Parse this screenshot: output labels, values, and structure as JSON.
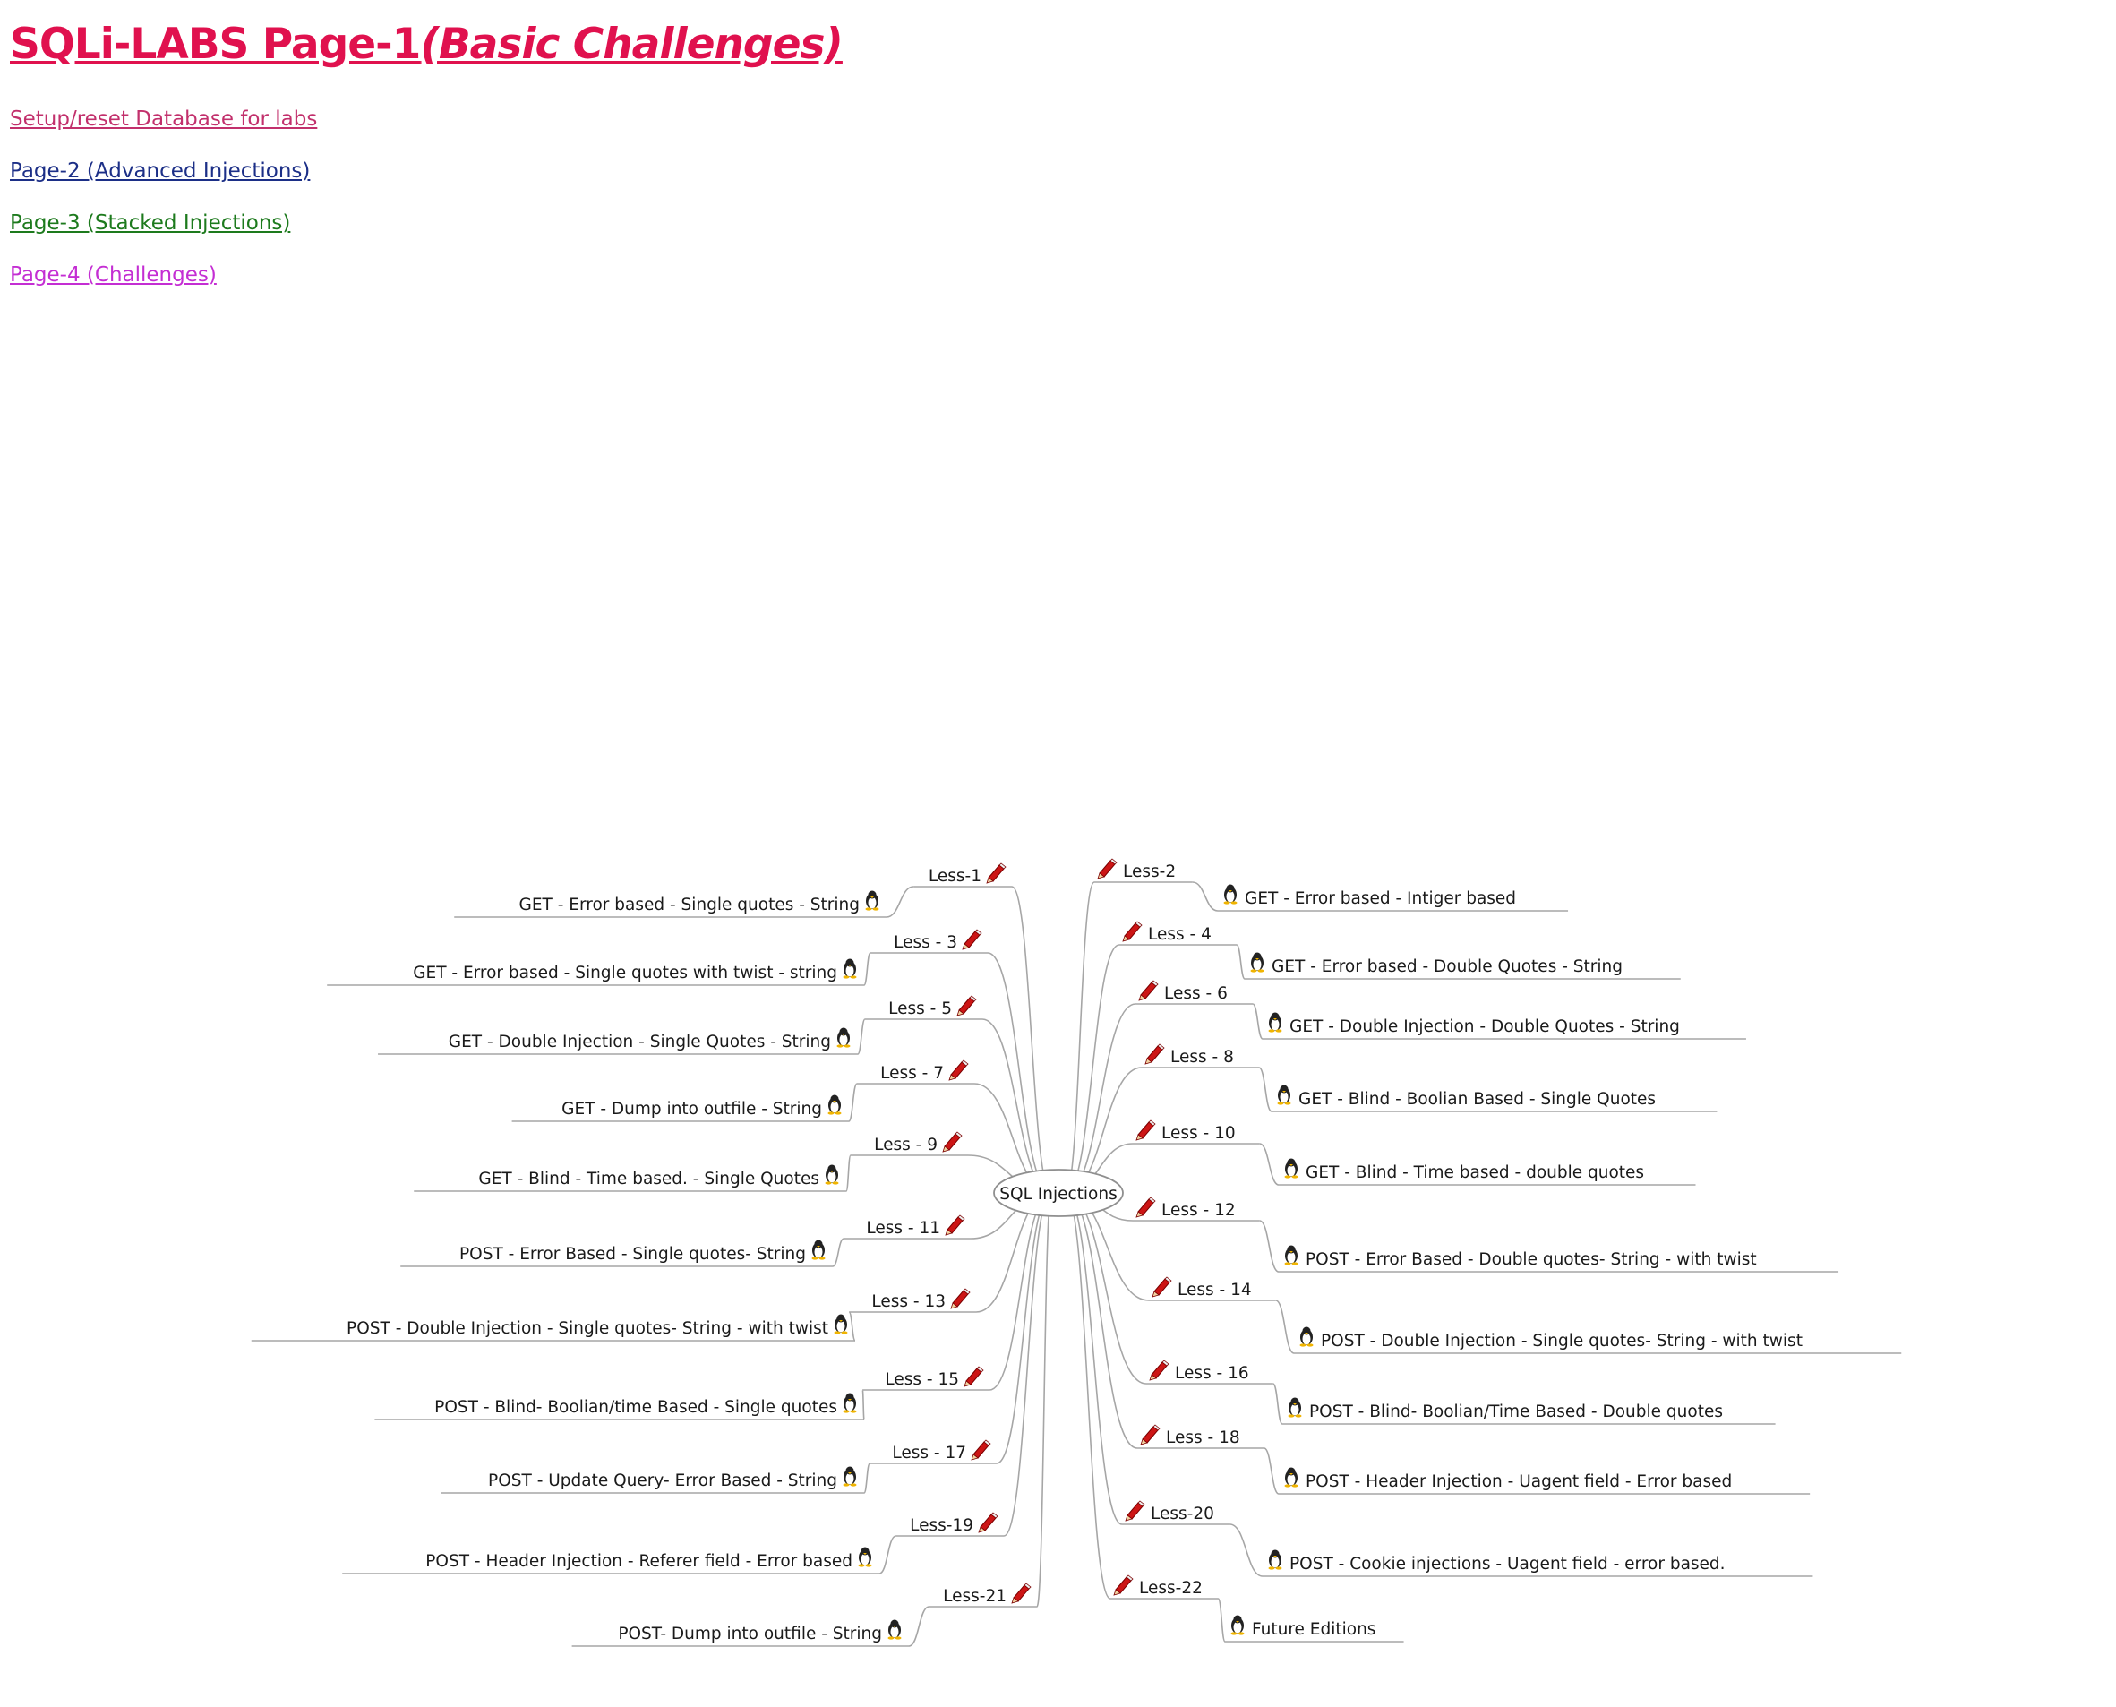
{
  "header": {
    "title": "SQLi-LABS Page-1",
    "title_sub": "(Basic Challenges)"
  },
  "links": [
    {
      "label": "Setup/reset Database for labs",
      "color": "#c2306c"
    },
    {
      "label": "Page-2 (Advanced Injections)",
      "color": "#1c2f87"
    },
    {
      "label": "Page-3 (Stacked Injections)",
      "color": "#1d7a1d"
    },
    {
      "label": "Page-4 (Challenges)",
      "color": "#c42ed3"
    }
  ],
  "mindmap": {
    "center": "SQL Injections",
    "lesson_icon": "pencil-icon",
    "challenge_icon": "tux-icon",
    "left": [
      {
        "lesson": "Less-1",
        "challenge": "GET - Error based - Single quotes - String"
      },
      {
        "lesson": "Less - 3",
        "challenge": "GET - Error based - Single quotes with twist - string"
      },
      {
        "lesson": "Less - 5",
        "challenge": "GET - Double Injection - Single Quotes - String"
      },
      {
        "lesson": "Less - 7",
        "challenge": "GET - Dump into outfile - String"
      },
      {
        "lesson": "Less - 9",
        "challenge": "GET - Blind - Time based. -  Single Quotes"
      },
      {
        "lesson": "Less - 11",
        "challenge": "POST - Error Based - Single quotes- String"
      },
      {
        "lesson": "Less - 13",
        "challenge": "POST - Double Injection - Single quotes- String - with twist"
      },
      {
        "lesson": "Less - 15",
        "challenge": "POST - Blind- Boolian/time Based - Single quotes"
      },
      {
        "lesson": "Less - 17",
        "challenge": "POST - Update Query- Error Based - String"
      },
      {
        "lesson": "Less-19",
        "challenge": "POST - Header Injection - Referer field - Error based"
      },
      {
        "lesson": "Less-21",
        "challenge": "POST- Dump into outfile - String"
      }
    ],
    "right": [
      {
        "lesson": "Less-2",
        "challenge": "GET - Error based - Intiger based"
      },
      {
        "lesson": "Less - 4",
        "challenge": "GET - Error based - Double Quotes - String"
      },
      {
        "lesson": "Less - 6",
        "challenge": "GET - Double Injection - Double Quotes - String"
      },
      {
        "lesson": "Less - 8",
        "challenge": "GET - Blind - Boolian Based - Single Quotes"
      },
      {
        "lesson": "Less - 10",
        "challenge": "GET - Blind - Time based - double quotes"
      },
      {
        "lesson": "Less - 12",
        "challenge": "POST - Error Based - Double quotes- String - with twist"
      },
      {
        "lesson": "Less - 14",
        "challenge": "POST - Double Injection - Single quotes- String - with twist"
      },
      {
        "lesson": "Less - 16",
        "challenge": "POST - Blind- Boolian/Time Based - Double quotes"
      },
      {
        "lesson": "Less - 18",
        "challenge": "POST - Header Injection - Uagent field - Error based"
      },
      {
        "lesson": "Less-20",
        "challenge": "POST - Cookie injections - Uagent field - error based."
      },
      {
        "lesson": "Less-22",
        "challenge": "Future Editions"
      }
    ]
  }
}
